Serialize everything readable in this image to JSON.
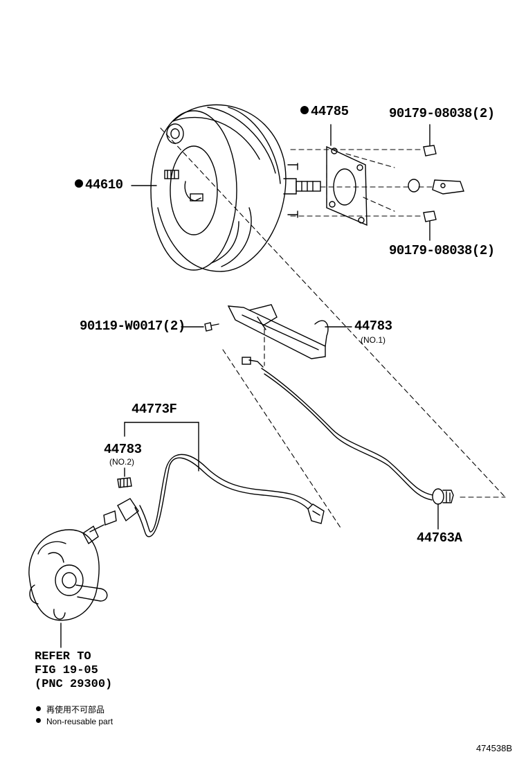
{
  "parts": {
    "p44785": "44785",
    "p44610": "44610",
    "p90179_top": "90179-08038(2)",
    "p90179_bottom": "90179-08038(2)",
    "p90119": "90119-W0017(2)",
    "p44783_no1": "44783",
    "p44783_no1_sub": "(NO.1)",
    "p44773F": "44773F",
    "p44783_no2": "44783",
    "p44783_no2_sub": "(NO.2)",
    "p44763A": "44763A"
  },
  "refer": {
    "line1": "REFER TO",
    "line2": "FIG 19-05",
    "line3": "(PNC 29300)"
  },
  "legend": {
    "jp": "再使用不可部品",
    "en": "Non-reusable part"
  },
  "figure_id": "474538B",
  "icons": {
    "non_reusable": "filled-circle-icon"
  }
}
